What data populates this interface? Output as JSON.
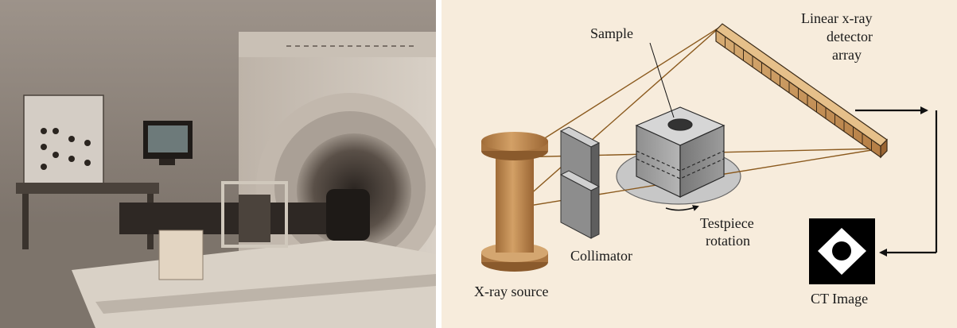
{
  "photo": {
    "panel_tones": {
      "dark": "#3a332d",
      "mid": "#8a7f74",
      "light": "#cfc6bb"
    }
  },
  "diagram": {
    "background": "#f7ecdc",
    "labels": {
      "sample": "Sample",
      "detector_line1": "Linear x-ray",
      "detector_line2": "detector",
      "detector_line3": "array",
      "testpiece_line1": "Testpiece",
      "testpiece_line2": "rotation",
      "collimator": "Collimator",
      "xray_source": "X-ray source",
      "ct_image": "CT Image"
    },
    "colors": {
      "wood": "#c08d55",
      "wood_dark": "#8a5a2c",
      "beam": "#8b5a1e",
      "metal": "#9a9a9a",
      "arrow": "#111111"
    }
  }
}
